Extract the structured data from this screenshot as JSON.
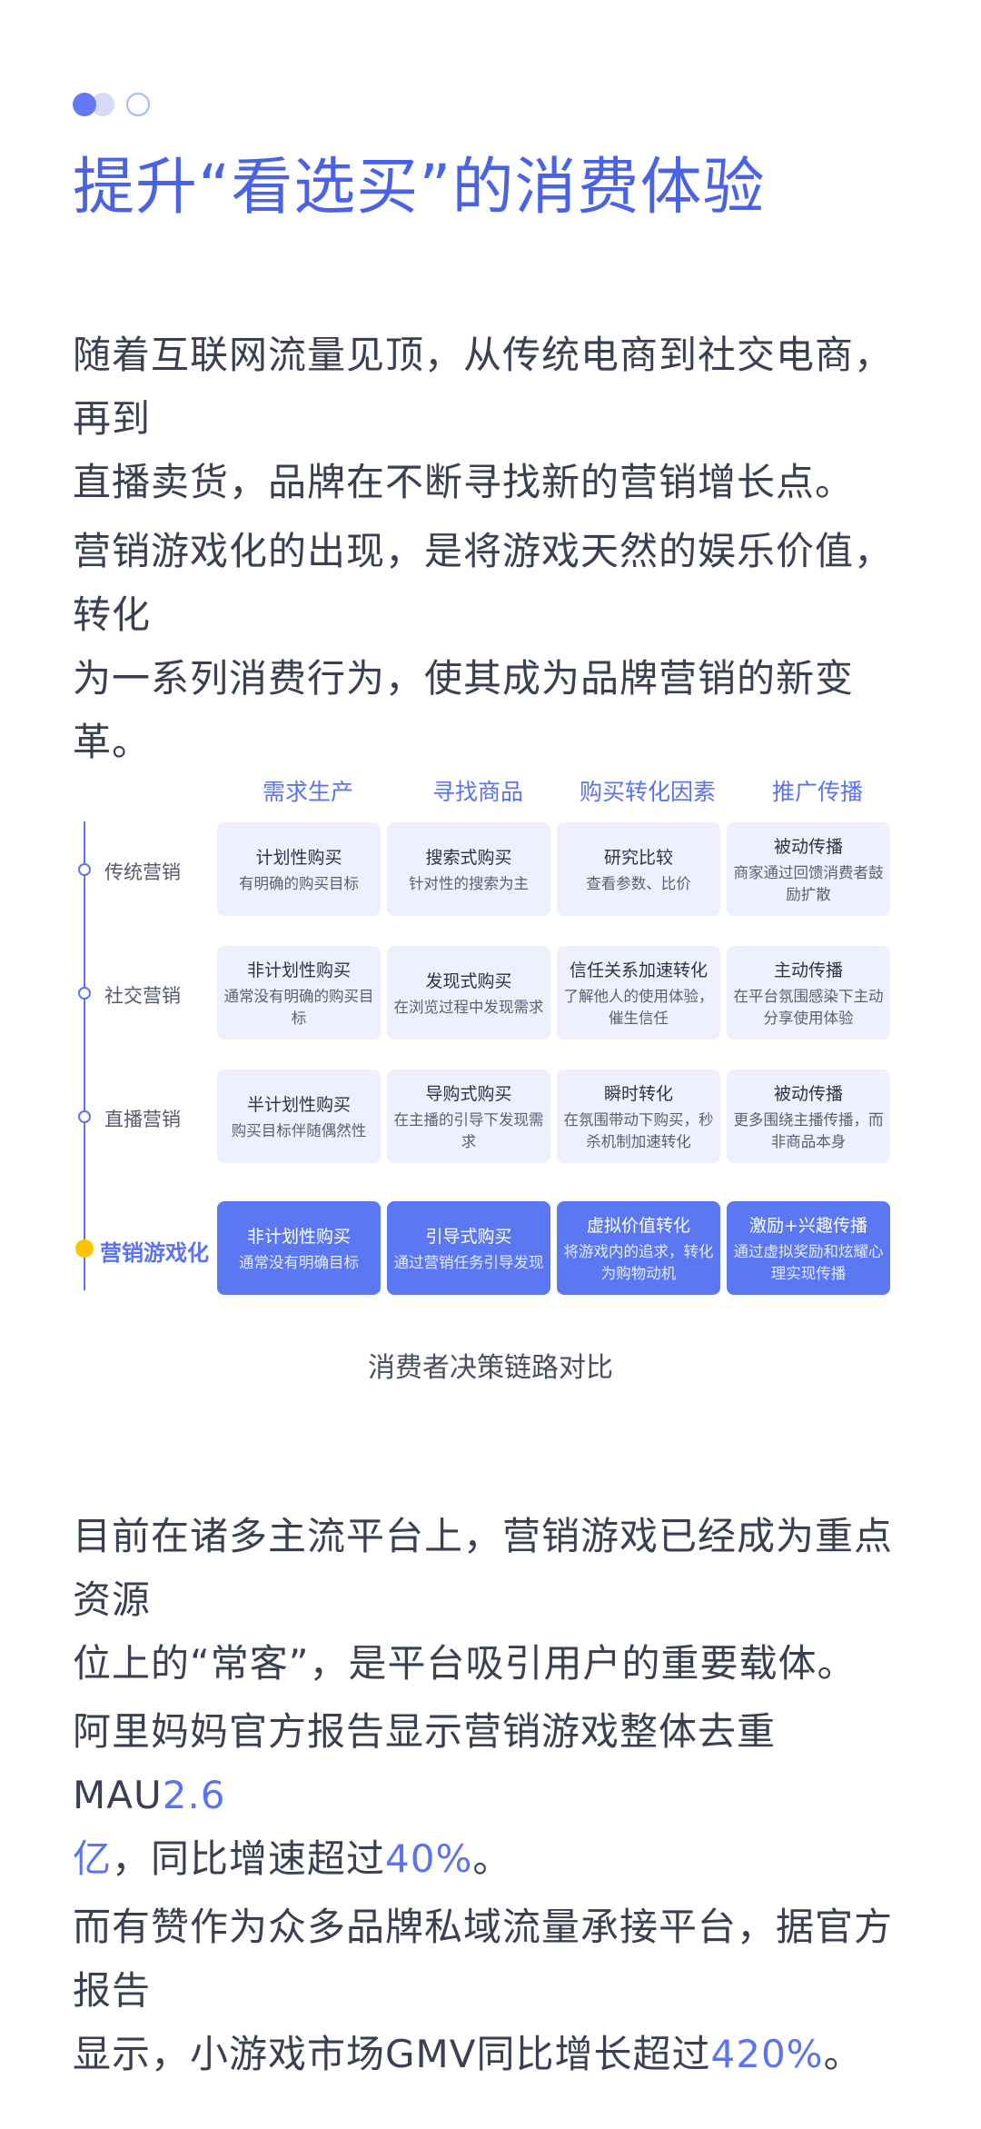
{
  "header": {
    "title": "提升“看选买”的消费体验"
  },
  "intro": [
    {
      "lines": [
        "随着互联网流量见顶，从传统电商到社交电商，再到",
        "直播卖货，品牌在不断寻找新的营销增长点。"
      ]
    },
    {
      "lines": [
        "营销游戏化的出现，是将游戏天然的娱乐价值，转化",
        "为一系列消费行为，使其成为品牌营销的新变革。"
      ]
    }
  ],
  "comparison": {
    "columns": [
      "需求生产",
      "寻找商品",
      "购买转化因素",
      "推广传播"
    ],
    "rows": [
      {
        "label": "传统营销",
        "cells": [
          {
            "title": "计划性购买",
            "desc": "有明确的购买目标"
          },
          {
            "title": "搜索式购买",
            "desc": "针对性的搜索为主"
          },
          {
            "title": "研究比较",
            "desc": "查看参数、比价"
          },
          {
            "title": "被动传播",
            "desc": "商家通过回馈消费者鼓励扩散"
          }
        ]
      },
      {
        "label": "社交营销",
        "cells": [
          {
            "title": "非计划性购买",
            "desc": "通常没有明确的购买目标"
          },
          {
            "title": "发现式购买",
            "desc": "在浏览过程中发现需求"
          },
          {
            "title": "信任关系加速转化",
            "desc": "了解他人的使用体验，催生信任"
          },
          {
            "title": "主动传播",
            "desc": "在平台氛围感染下主动分享使用体验"
          }
        ]
      },
      {
        "label": "直播营销",
        "cells": [
          {
            "title": "半计划性购买",
            "desc": "购买目标伴随偶然性"
          },
          {
            "title": "导购式购买",
            "desc": "在主播的引导下发现需求"
          },
          {
            "title": "瞬时转化",
            "desc": "在氛围带动下购买，秒杀机制加速转化"
          },
          {
            "title": "被动传播",
            "desc": "更多围绕主播传播，而非商品本身"
          }
        ]
      },
      {
        "label": "营销游戏化",
        "cells": [
          {
            "title": "非计划性购买",
            "desc": "通常没有明确目标"
          },
          {
            "title": "引导式购买",
            "desc": "通过营销任务引导发现"
          },
          {
            "title": "虚拟价值转化",
            "desc": "将游戏内的追求，转化为购物动机"
          },
          {
            "title": "激励+兴趣传播",
            "desc": "通过虚拟奖励和炫耀心理实现传播"
          }
        ]
      }
    ],
    "caption": "消费者决策链路对比"
  },
  "body": {
    "p1": [
      "目前在诸多主流平台上，营销游戏已经成为重点资源",
      "位上的“常客”，是平台吸引用户的重要载体。"
    ],
    "p2": {
      "a": "阿里妈妈官方报告显示营销游戏整体去重MAU",
      "v1a": "2.6",
      "v1b": "亿",
      "b": "，同比增速超过",
      "v2": "40%",
      "c": "。"
    },
    "p3": {
      "line1": "而有赞作为众多品牌私域流量承接平台，据官方报告",
      "a": "显示，小游戏市场GMV同比增长超过",
      "v": "420%",
      "c": "。"
    }
  },
  "colors": {
    "accent": "#5b73f0",
    "title": "#4a63e6",
    "cell_bg": "#eef1fd",
    "active_node": "#ffc400"
  }
}
